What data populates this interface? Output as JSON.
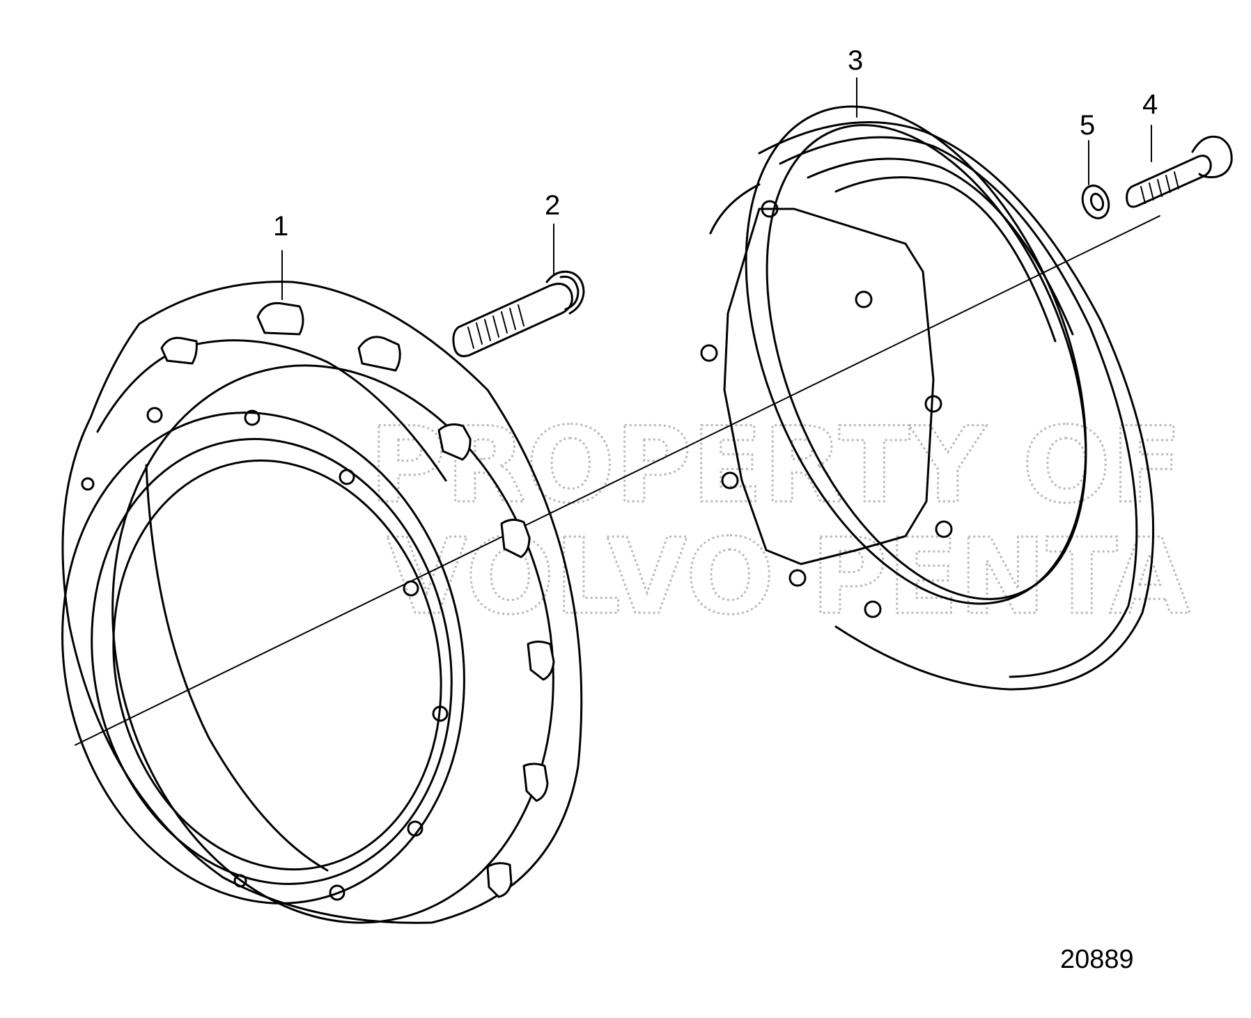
{
  "diagram": {
    "callouts": [
      {
        "id": "1",
        "label": "1"
      },
      {
        "id": "2",
        "label": "2"
      },
      {
        "id": "3",
        "label": "3"
      },
      {
        "id": "4",
        "label": "4"
      },
      {
        "id": "5",
        "label": "5"
      }
    ],
    "figure_number": "20889",
    "watermark": {
      "line1": "PROPERTY OF",
      "line2": "VOLVO PENTA"
    }
  }
}
